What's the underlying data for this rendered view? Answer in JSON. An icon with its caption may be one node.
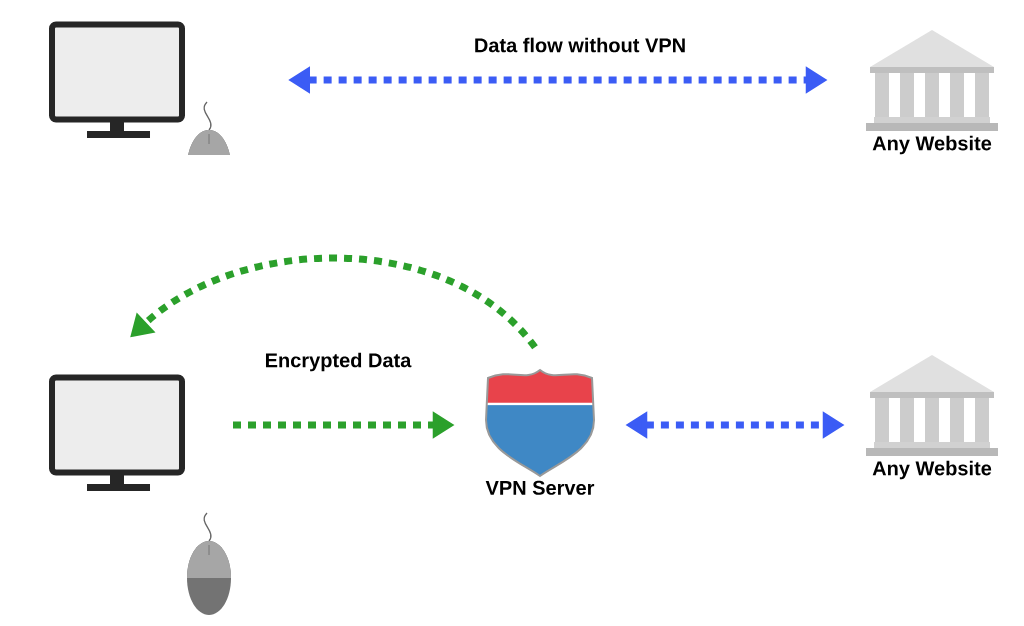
{
  "diagram": {
    "nodes": [
      {
        "text": [],
        "shape": "computer"
      },
      {
        "text": [
          "Any Website"
        ]
      },
      {
        "text": [],
        "shape": "computer"
      },
      {
        "text": [
          "VPN Server"
        ]
      },
      {
        "text": [
          "Any Website"
        ]
      }
    ],
    "edges": [
      {
        "from": 0,
        "to": 1,
        "arrow": "both",
        "label": "Data flow without VPN",
        "color": "#3b5cf5"
      },
      {
        "from": 3,
        "to": 2,
        "arrow": "to",
        "color": "#2ba02b"
      },
      {
        "from": 2,
        "to": 3,
        "arrow": "to",
        "label": "Encrypted Data",
        "color": "#2ba02b"
      },
      {
        "from": 3,
        "to": 4,
        "arrow": "both",
        "color": "#3b5cf5"
      }
    ]
  }
}
